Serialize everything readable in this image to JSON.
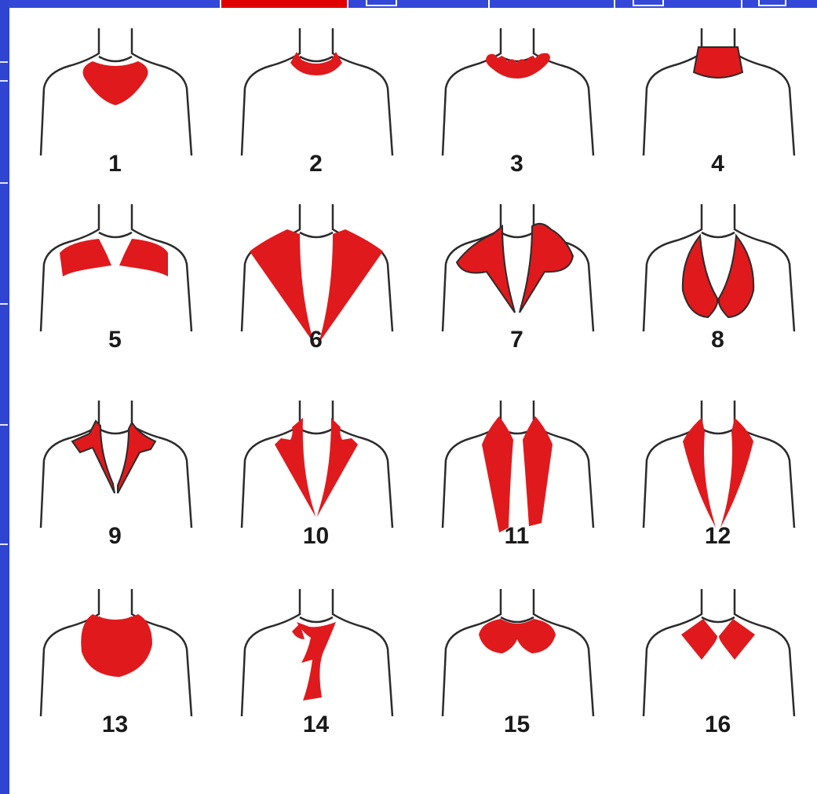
{
  "figures": [
    {
      "number": "1",
      "style": "cowl"
    },
    {
      "number": "2",
      "style": "ruffle-stand"
    },
    {
      "number": "3",
      "style": "frill"
    },
    {
      "number": "4",
      "style": "stand"
    },
    {
      "number": "5",
      "style": "square-flat"
    },
    {
      "number": "6",
      "style": "long-pointed-v"
    },
    {
      "number": "7",
      "style": "wing-v"
    },
    {
      "number": "8",
      "style": "peter-pan-v"
    },
    {
      "number": "9",
      "style": "notched-shirt"
    },
    {
      "number": "10",
      "style": "notched-lapel"
    },
    {
      "number": "11",
      "style": "shawl-band"
    },
    {
      "number": "12",
      "style": "shawl-v"
    },
    {
      "number": "13",
      "style": "draped-scarf"
    },
    {
      "number": "14",
      "style": "bow-tie"
    },
    {
      "number": "15",
      "style": "round-peter-pan"
    },
    {
      "number": "16",
      "style": "pointed-flat"
    }
  ],
  "colors": {
    "collar": "#e0191c",
    "outline": "#2b2b2b",
    "background": "#ffffff",
    "frame": "#2a3fc4",
    "tab_active": "#e00000"
  }
}
